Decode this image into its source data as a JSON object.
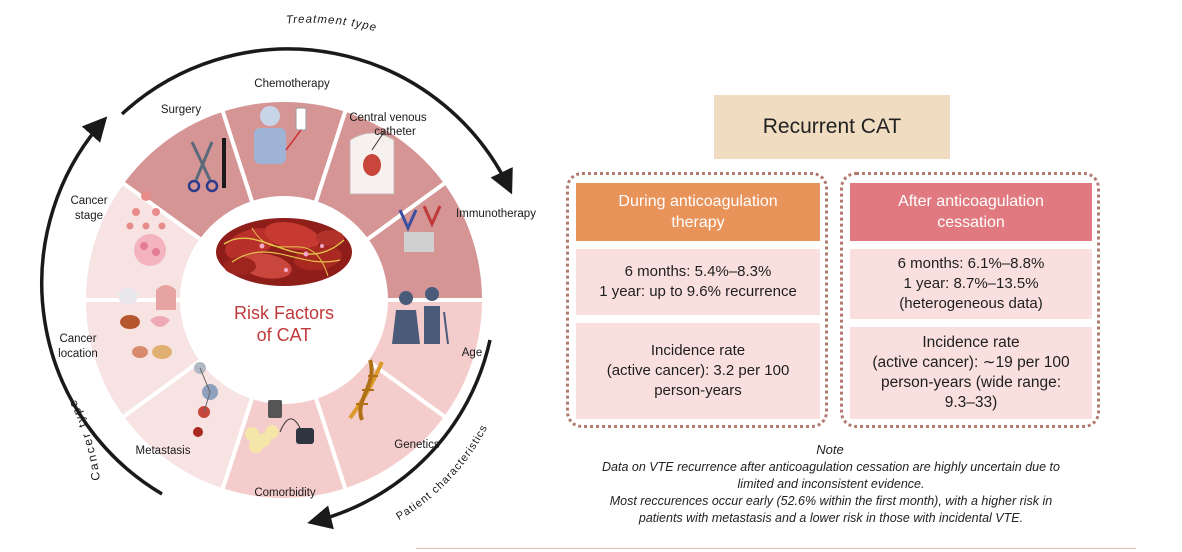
{
  "wheel": {
    "center_title_line1": "Risk Factors",
    "center_title_line2": "of CAT",
    "outer_labels": {
      "treatment_type": "Treatment type",
      "cancer_type": "Cancer type",
      "patient_characteristics": "Patient characteristics"
    },
    "segments": {
      "chemotherapy": "Chemotherapy",
      "central_venous_line1": "Central venous",
      "central_venous_line2": "catheter",
      "immunotherapy": "Immunotherapy",
      "age": "Age",
      "genetics": "Genetics",
      "comorbidity": "Comorbidity",
      "metastasis": "Metastasis",
      "cancer_location_line1": "Cancer",
      "cancer_location_line2": "location",
      "cancer_stage_line1": "Cancer",
      "cancer_stage_line2": "stage",
      "surgery": "Surgery"
    },
    "colors": {
      "treatment": "#d59595",
      "patient": "#f4cccc",
      "cancer": "#f8e3e3",
      "inner_ring": "#ffffff",
      "center_title": "#c0393b"
    }
  },
  "panel": {
    "title": "Recurrent CAT",
    "during": {
      "header": "During anticoagulation\ntherapy",
      "months": "6 months: 5.4%–8.3%\n1 year: up to 9.6% recurrence",
      "incidence": "Incidence rate\n(active cancer): 3.2 per 100\nperson-years"
    },
    "after": {
      "header": "After anticoagulation\ncessation",
      "months": "6 months: 6.1%–8.8%\n1 year: 8.7%–13.5%\n(heterogeneous data)",
      "incidence": "Incidence rate\n(active cancer): ∼19 per 100\nperson-years (wide range:\n9.3–33)"
    },
    "colors": {
      "title_bg": "#efdcc1",
      "during_header": "#e8935a",
      "after_header": "#e07a80",
      "cell_bg": "#f9e0df",
      "dotted_border": "#b2796f"
    }
  },
  "note": {
    "heading": "Note",
    "line1": "Data on VTE recurrence after anticoagulation cessation are highly uncertain due to",
    "line2": "limited and inconsistent evidence.",
    "line3": "Most reccurences occur early (52.6% within the first month), with a higher risk in",
    "line4": "patients with metastasis and a lower risk in those with incidental VTE."
  }
}
